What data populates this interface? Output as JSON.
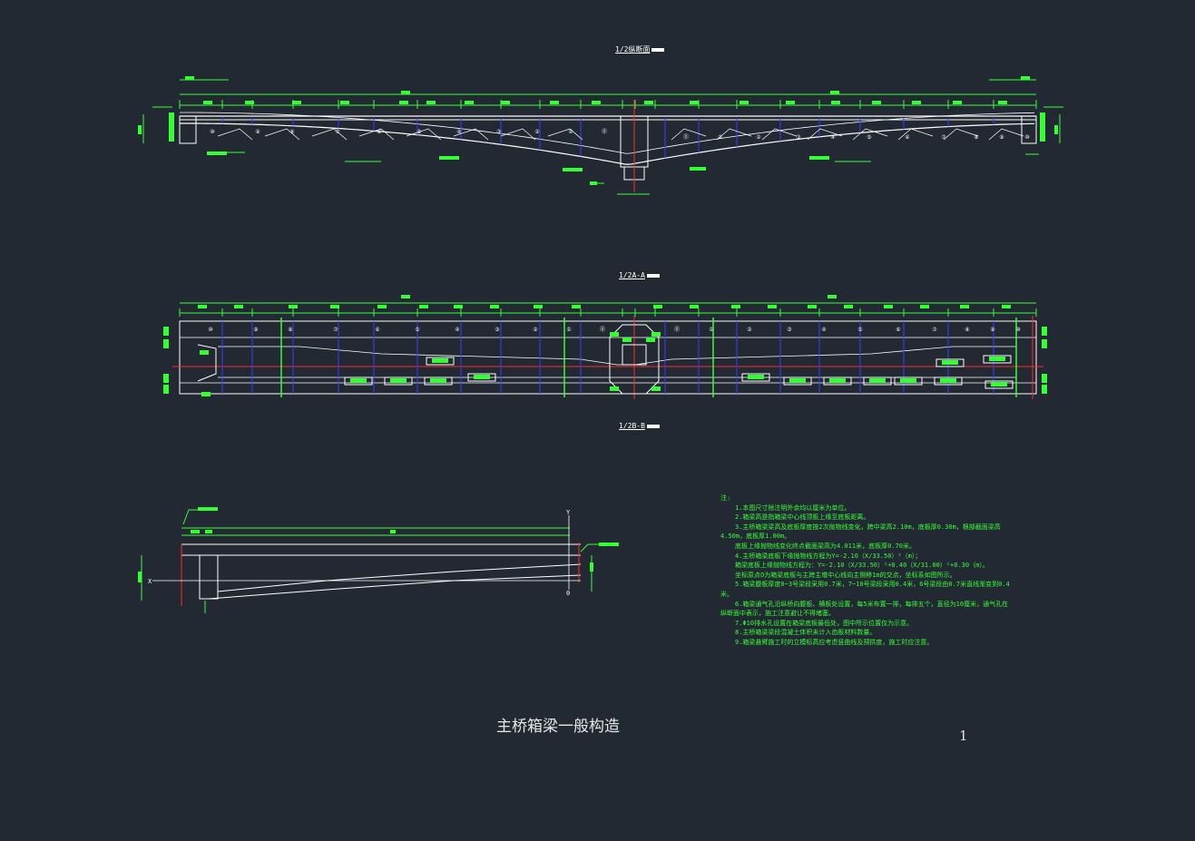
{
  "views": {
    "longitudinal_label": "1/2纵断面",
    "section_aa_label": "1/2A-A",
    "section_bb_label": "1/2B-B"
  },
  "axes": {
    "x_label": "X",
    "y_label": "Y",
    "origin_label": "0"
  },
  "notes": {
    "heading": "注:",
    "lines": [
      "1.本图尺寸除注明外余均以厘米为单位。",
      "2.箱梁高是指箱梁中心线顶板上缘至底板距离。",
      "3.主桥箱梁梁高及底板厚度按2次抛物线变化，跨中梁高2.10m，底板厚0.30m，根部截面梁高",
      "4.50m，底板厚1.00m。",
      "底板上缘抛物线变化终点截面梁高为4.011米，底板厚0.70米。",
      "4.主桥箱梁底板下缘抛物线方程为Y=-2.10（X/33.50）²（m）；",
      "箱梁底板上缘抛物线方程为：Y=-2.10（X/33.50）²+0.40（X/31.00）²+0.30（m）。",
      "坐标原点O为箱梁底板与主跨主墩中心线向主侧移1m的交点，坐标系如图所示。",
      "5.箱梁腹板厚度0~3号梁段采用0.7米，7~10号梁段采用0.4米，6号梁段由0.7米直线渐变到0.4",
      "米。",
      "6.箱梁通气孔沿纵桥向腹板、横板处设置，每5米布置一排，每排五个，直径为10厘米，通气孔在",
      "纵断面中表示，施工注意避让不得堵塞。",
      "7.Φ10排水孔设置在箱梁底板最低处，图中所示位置仅为示意。",
      "8.主桥箱梁梁段混凝土体积未计入齿板材料数量。",
      "9.箱梁悬臂施工时的立模标高应考虑竖曲线及预拱度，施工时应注意。"
    ]
  },
  "title_block": {
    "title": "主桥箱梁一般构造",
    "page_number": "1"
  },
  "segment_labels": {
    "left": [
      "⑩",
      "⑨",
      "⑧",
      "⑦",
      "⑥",
      "⑤",
      "④",
      "③",
      "②",
      "①",
      "⓪"
    ],
    "right": [
      "⓪",
      "①",
      "②",
      "③",
      "④",
      "⑤",
      "⑥",
      "⑦",
      "⑧",
      "⑨",
      "⑩"
    ]
  },
  "colors": {
    "background": "#222933",
    "outline": "#ffffff",
    "dimension": "#35ff35",
    "segment_joint": "#3a3aff",
    "centerline": "#ff2a2a",
    "text": "#e6e6e6"
  }
}
